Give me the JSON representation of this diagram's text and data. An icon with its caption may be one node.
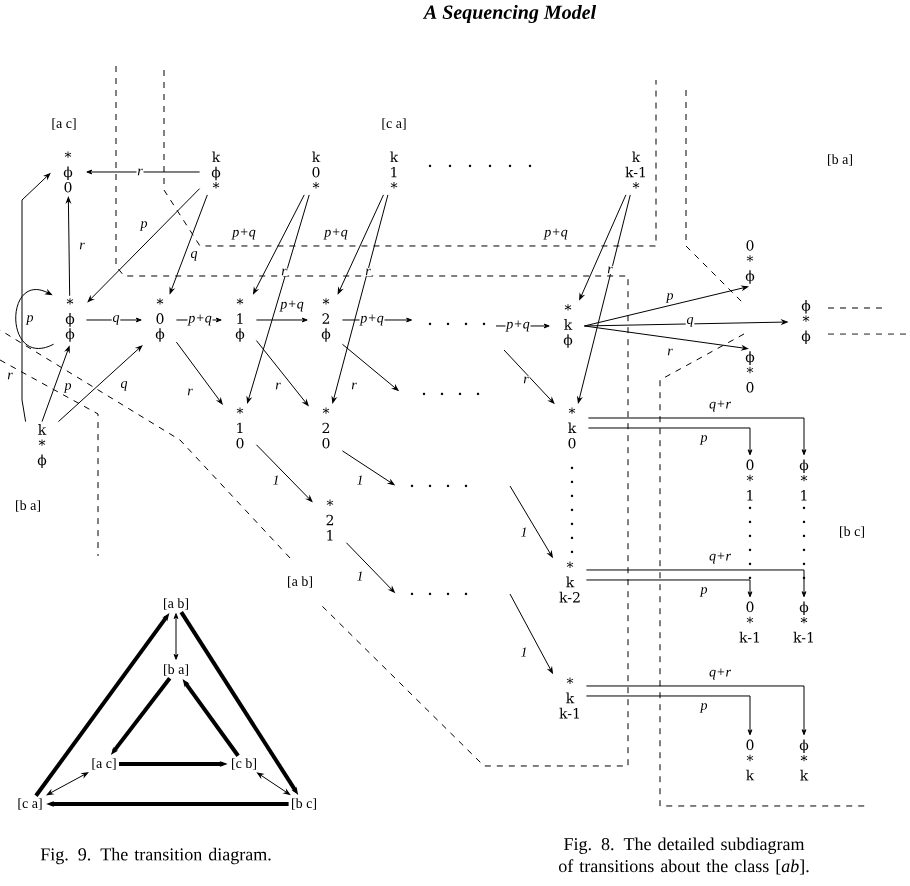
{
  "diagram": {
    "nodes": [
      {
        "text": [
          "* ϕ 0"
        ]
      },
      {
        "text": [
          "k ϕ *"
        ]
      },
      {
        "text": [
          "k 0 *"
        ]
      },
      {
        "text": [
          "k 1 *"
        ]
      },
      {
        "text": [
          "k k-1 *"
        ]
      },
      {
        "text": [
          "* ϕ ϕ"
        ]
      },
      {
        "text": [
          "* 0 ϕ"
        ]
      },
      {
        "text": [
          "* 1 ϕ"
        ]
      },
      {
        "text": [
          "* 2 ϕ"
        ]
      },
      {
        "text": [
          "* k ϕ"
        ]
      },
      {
        "text": [
          "k * ϕ"
        ]
      },
      {
        "text": [
          "* 1 0"
        ]
      },
      {
        "text": [
          "* 2 0"
        ]
      },
      {
        "text": [
          "* 2 1"
        ]
      },
      {
        "text": [
          "* k 0"
        ]
      },
      {
        "text": [
          "* k k-2"
        ]
      },
      {
        "text": [
          "* k k-1"
        ]
      },
      {
        "text": [
          "0 * ϕ"
        ]
      },
      {
        "text": [
          "ϕ * ϕ"
        ]
      },
      {
        "text": [
          "ϕ * 0"
        ]
      },
      {
        "text": [
          "0 * 1"
        ]
      },
      {
        "text": [
          "ϕ * 1"
        ]
      },
      {
        "text": [
          "0 * k-1"
        ]
      },
      {
        "text": [
          "ϕ * k-1"
        ]
      },
      {
        "text": [
          "0 * k"
        ]
      },
      {
        "text": [
          "ϕ * k"
        ]
      },
      {
        "text": [
          "[a b]"
        ]
      },
      {
        "text": [
          "[b a]"
        ]
      },
      {
        "text": [
          "[a c]"
        ]
      },
      {
        "text": [
          "[c b]"
        ]
      },
      {
        "text": [
          "[c a]"
        ]
      },
      {
        "text": [
          "[b c]"
        ]
      }
    ],
    "edges": [
      {
        "from": 1,
        "to": 0,
        "arrow": "to",
        "label": "r"
      },
      {
        "from": 5,
        "to": 0,
        "arrow": "to",
        "label": "r"
      },
      {
        "from": 5,
        "to": 5,
        "arrow": "to",
        "label": "p"
      },
      {
        "from": 1,
        "to": 5,
        "arrow": "to",
        "label": "p"
      },
      {
        "from": 1,
        "to": 6,
        "arrow": "to",
        "label": "q"
      },
      {
        "from": 5,
        "to": 6,
        "arrow": "to",
        "label": "q"
      },
      {
        "from": 6,
        "to": 7,
        "arrow": "to",
        "label": "p+q"
      },
      {
        "from": 7,
        "to": 8,
        "arrow": "to",
        "label": "p+q"
      },
      {
        "from": 8,
        "to": null,
        "arrow": "to",
        "label": "p+q"
      },
      {
        "from": null,
        "to": 9,
        "arrow": "to",
        "label": "p+q"
      },
      {
        "from": 2,
        "to": 7,
        "arrow": "to",
        "label": "p+q"
      },
      {
        "from": 2,
        "to": 11,
        "arrow": "to",
        "label": "r"
      },
      {
        "from": 3,
        "to": 8,
        "arrow": "to",
        "label": "p+q"
      },
      {
        "from": 3,
        "to": 12,
        "arrow": "to",
        "label": "r"
      },
      {
        "from": 4,
        "to": 9,
        "arrow": "to",
        "label": "p+q"
      },
      {
        "from": 4,
        "to": 14,
        "arrow": "to",
        "label": "r"
      },
      {
        "from": 6,
        "to": 11,
        "arrow": "to",
        "label": "r"
      },
      {
        "from": 7,
        "to": 12,
        "arrow": "to",
        "label": "r"
      },
      {
        "from": 8,
        "to": null,
        "arrow": "to",
        "label": "r"
      },
      {
        "from": null,
        "to": 14,
        "arrow": "to",
        "label": "r"
      },
      {
        "from": 10,
        "to": 5,
        "arrow": "to",
        "label": "p"
      },
      {
        "from": 10,
        "to": 6,
        "arrow": "to",
        "label": "q"
      },
      {
        "from": 10,
        "to": 0,
        "arrow": "to",
        "label": "r"
      },
      {
        "from": 11,
        "to": 13,
        "arrow": "to",
        "label": "1"
      },
      {
        "from": 12,
        "to": null,
        "arrow": "to",
        "label": "1"
      },
      {
        "from": 13,
        "to": null,
        "arrow": "to",
        "label": "1"
      },
      {
        "from": null,
        "to": 15,
        "arrow": "to",
        "label": "1"
      },
      {
        "from": null,
        "to": 16,
        "arrow": "to",
        "label": "1"
      },
      {
        "from": 9,
        "to": 17,
        "arrow": "to",
        "label": "p"
      },
      {
        "from": 9,
        "to": 18,
        "arrow": "to",
        "label": "q"
      },
      {
        "from": 9,
        "to": 19,
        "arrow": "to",
        "label": "r"
      },
      {
        "from": 14,
        "to": 21,
        "arrow": "to",
        "label": "q+r"
      },
      {
        "from": 14,
        "to": 20,
        "arrow": "to",
        "label": "p"
      },
      {
        "from": 15,
        "to": 23,
        "arrow": "to",
        "label": "q+r"
      },
      {
        "from": 15,
        "to": 22,
        "arrow": "to",
        "label": "p"
      },
      {
        "from": 16,
        "to": 25,
        "arrow": "to",
        "label": "q+r"
      },
      {
        "from": 16,
        "to": 24,
        "arrow": "to",
        "label": "p"
      },
      {
        "from": 26,
        "to": 27,
        "arrow": "both"
      },
      {
        "from": 27,
        "to": 28,
        "arrow": "to",
        "style": "thick"
      },
      {
        "from": 29,
        "to": 27,
        "arrow": "to",
        "style": "thick"
      },
      {
        "from": 28,
        "to": 29,
        "arrow": "to",
        "style": "thick"
      },
      {
        "from": 30,
        "to": 26,
        "arrow": "to",
        "style": "thick"
      },
      {
        "from": 26,
        "to": 31,
        "arrow": "to",
        "style": "thick"
      },
      {
        "from": 31,
        "to": 30,
        "arrow": "to",
        "style": "thick"
      },
      {
        "from": 28,
        "to": 30,
        "arrow": "both"
      },
      {
        "from": 29,
        "to": 31,
        "arrow": "both"
      }
    ],
    "labels": [
      "A Sequencing Model",
      "[a c]",
      "[c a]",
      "[b a]",
      "[b a]",
      "[a b]",
      "[b c]",
      "Fig. 9.  The transition diagram.",
      "Fig. 8.  The detailed subdiagram of transitions about the class [*ab*]."
    ]
  }
}
